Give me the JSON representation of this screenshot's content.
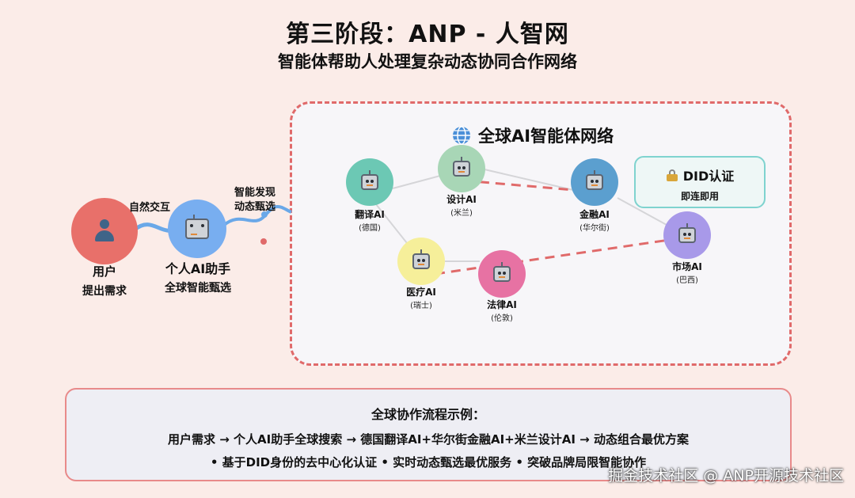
{
  "header": {
    "title": "第三阶段：ANP - 人智网",
    "subtitle": "智能体帮助人处理复杂动态协同合作网络"
  },
  "user": {
    "name": "用户",
    "desc": "提出需求"
  },
  "assistant": {
    "name": "个人AI助手",
    "desc": "全球智能甄选"
  },
  "edges": {
    "interaction": "自然交互",
    "discovery_line1": "智能发现",
    "discovery_line2": "动态甄选"
  },
  "network": {
    "title": "全球AI智能体网络",
    "globe_icon": "globe-icon",
    "agents": [
      {
        "name": "翻译AI",
        "location": "(德国)",
        "color": "#6cc8b4"
      },
      {
        "name": "设计AI",
        "location": "(米兰)",
        "color": "#a8d6b6"
      },
      {
        "name": "金融AI",
        "location": "(华尔街)",
        "color": "#5b9fcf"
      },
      {
        "name": "市场AI",
        "location": "(巴西)",
        "color": "#a899e9"
      },
      {
        "name": "医疗AI",
        "location": "(瑞士)",
        "color": "#f6ef9a"
      },
      {
        "name": "法律AI",
        "location": "(伦敦)",
        "color": "#e772a3"
      }
    ]
  },
  "did": {
    "title": "DID认证",
    "subtitle": "即连即用",
    "icon": "lock-icon"
  },
  "example": {
    "title": "全球协作流程示例：",
    "flow": "用户需求 → 个人AI助手全球搜索 → 德国翻译AI+华尔街金融AI+米兰设计AI → 动态组合最优方案",
    "features": "• 基于DID身份的去中心化认证 • 实时动态甄选最优服务 • 突破品牌局限智能协作"
  },
  "watermark": "掘金技术社区 @ ANP开源技术社区",
  "colors": {
    "background": "#fbece8",
    "dashed_border": "#e06a6a",
    "user_node": "#e8706a",
    "assistant_node": "#78aef0",
    "did_border": "#7fd3cf"
  }
}
